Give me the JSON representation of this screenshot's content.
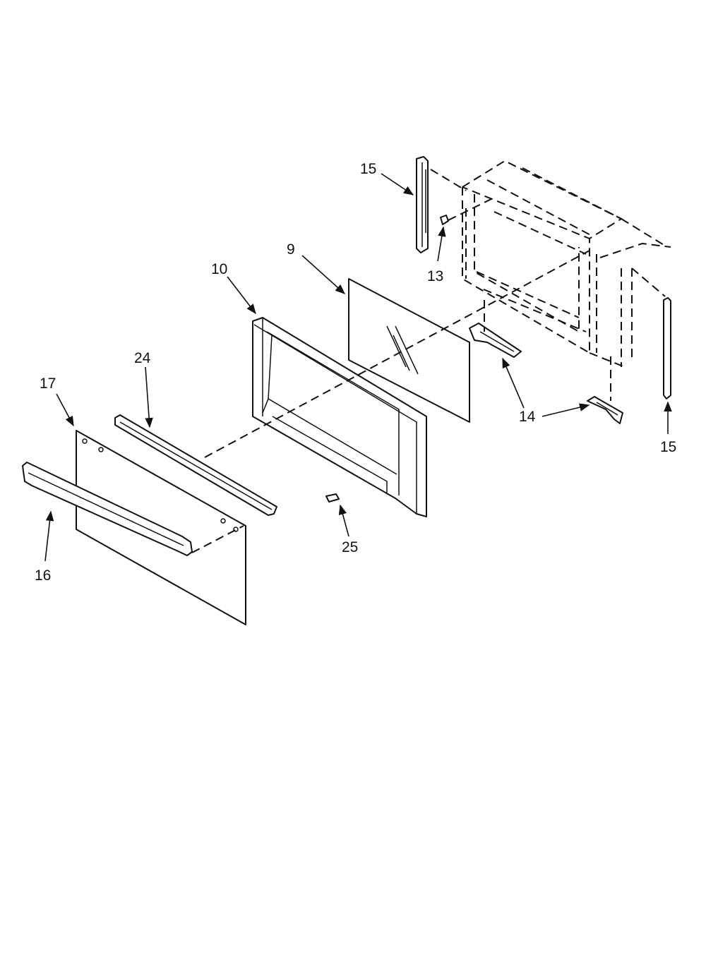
{
  "diagram": {
    "callouts": [
      {
        "id": "15",
        "label": "15"
      },
      {
        "id": "13",
        "label": "13"
      },
      {
        "id": "9",
        "label": "9"
      },
      {
        "id": "10",
        "label": "10"
      },
      {
        "id": "24",
        "label": "24"
      },
      {
        "id": "17",
        "label": "17"
      },
      {
        "id": "14",
        "label": "14"
      },
      {
        "id": "15b",
        "label": "15"
      },
      {
        "id": "16",
        "label": "16"
      },
      {
        "id": "25",
        "label": "25"
      }
    ]
  }
}
